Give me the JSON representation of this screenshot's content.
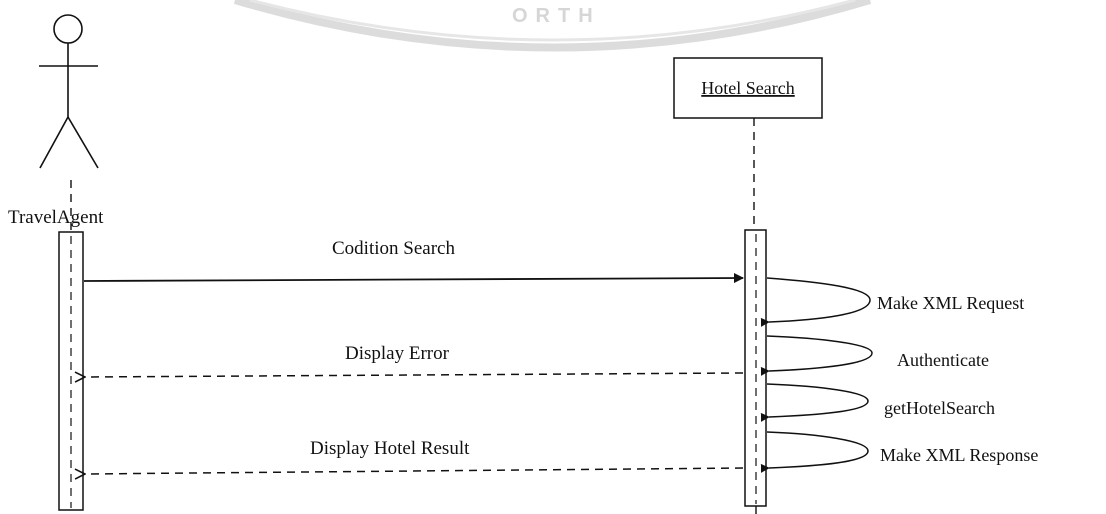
{
  "actors": {
    "travel_agent": {
      "label": "TravelAgent"
    },
    "hotel_search": {
      "label": "Hotel Search"
    }
  },
  "messages": {
    "condition_search": "Codition Search",
    "display_error": "Display Error",
    "display_hotel_result": "Display Hotel Result"
  },
  "self_calls": {
    "make_xml_request": "Make XML Request",
    "authenticate": "Authenticate",
    "get_hotel_search": "getHotelSearch",
    "make_xml_response": "Make XML Response"
  },
  "watermark": {
    "text": "ORTH"
  },
  "colors": {
    "ink": "#111111",
    "watermark": "#d2d2d2"
  }
}
